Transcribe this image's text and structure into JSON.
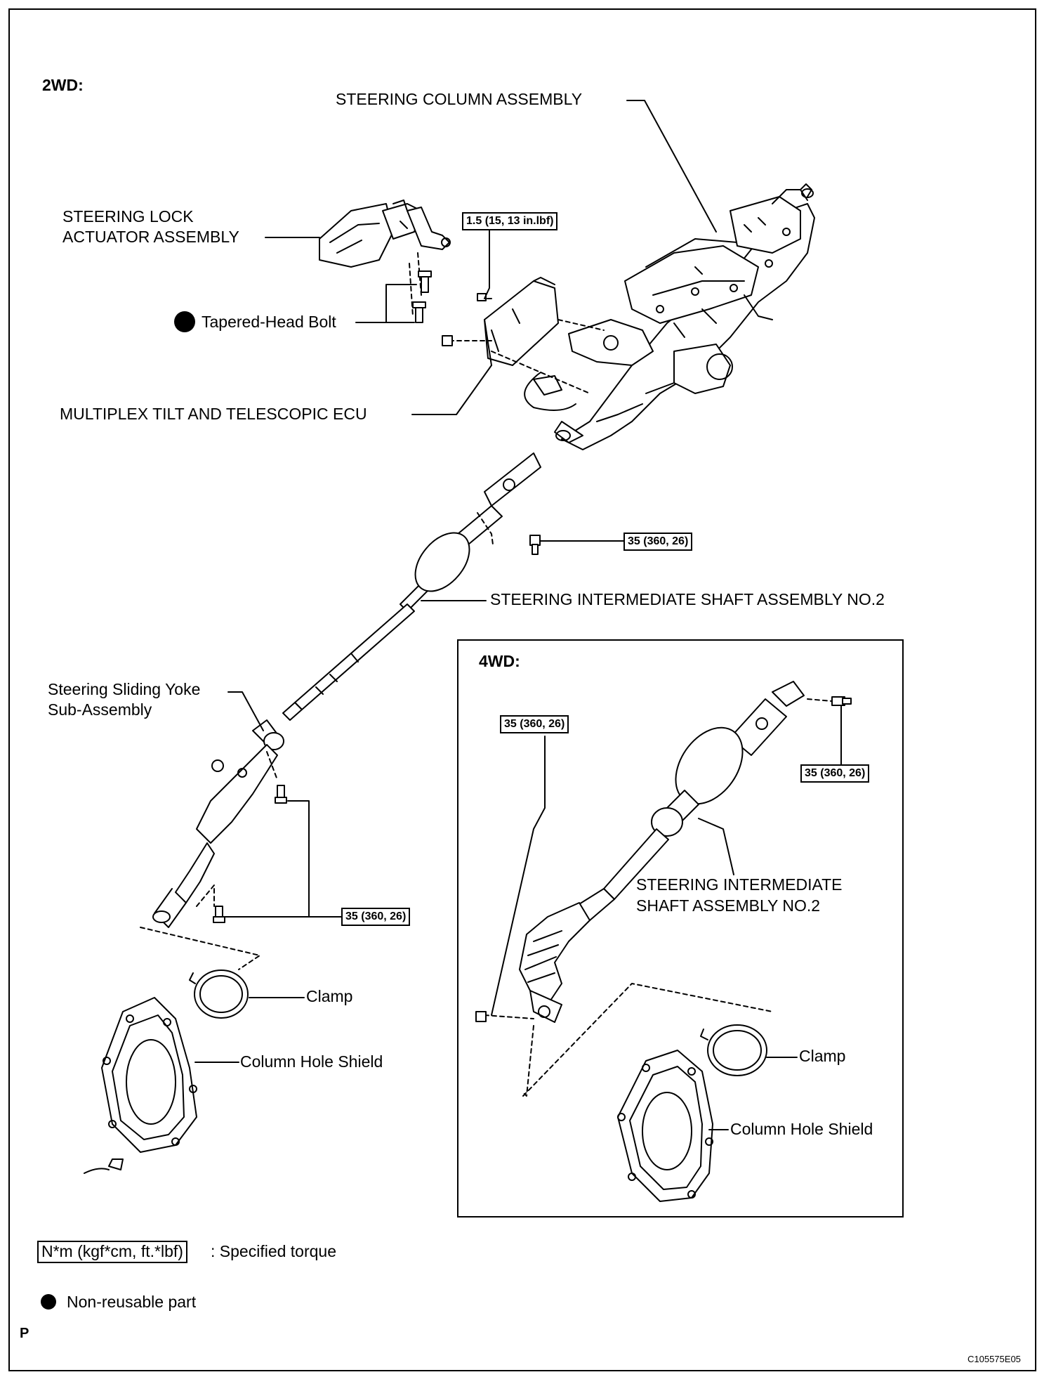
{
  "sections": {
    "two_wd": "2WD:",
    "four_wd": "4WD:"
  },
  "labels": {
    "steering_column_assembly": "STEERING COLUMN ASSEMBLY",
    "steering_lock_line1": "STEERING LOCK",
    "steering_lock_line2": "ACTUATOR ASSEMBLY",
    "tapered_head_bolt": "Tapered-Head Bolt",
    "multiplex_ecu": "MULTIPLEX TILT AND TELESCOPIC ECU",
    "intermediate_shaft_2wd": "STEERING INTERMEDIATE SHAFT ASSEMBLY NO.2",
    "sliding_yoke_line1": "Steering Sliding Yoke",
    "sliding_yoke_line2": "Sub-Assembly",
    "clamp_2wd": "Clamp",
    "column_hole_shield_2wd": "Column Hole Shield",
    "intermediate_shaft_4wd_line1": "STEERING INTERMEDIATE",
    "intermediate_shaft_4wd_line2": "SHAFT ASSEMBLY NO.2",
    "clamp_4wd": "Clamp",
    "column_hole_shield_4wd": "Column Hole Shield"
  },
  "torques": {
    "ecu": "1.5 (15, 13 in.lbf)",
    "shaft_2wd": "35 (360, 26)",
    "yoke_2wd": "35 (360, 26)",
    "left_4wd": "35 (360, 26)",
    "right_4wd": "35 (360, 26)"
  },
  "legend": {
    "torque_unit": "N*m (kgf*cm, ft.*lbf)",
    "torque_text": ": Specified torque",
    "nonreusable_text": "Non-reusable part"
  },
  "footer": {
    "page_mark": "P",
    "figure_id": "C105575E05"
  }
}
